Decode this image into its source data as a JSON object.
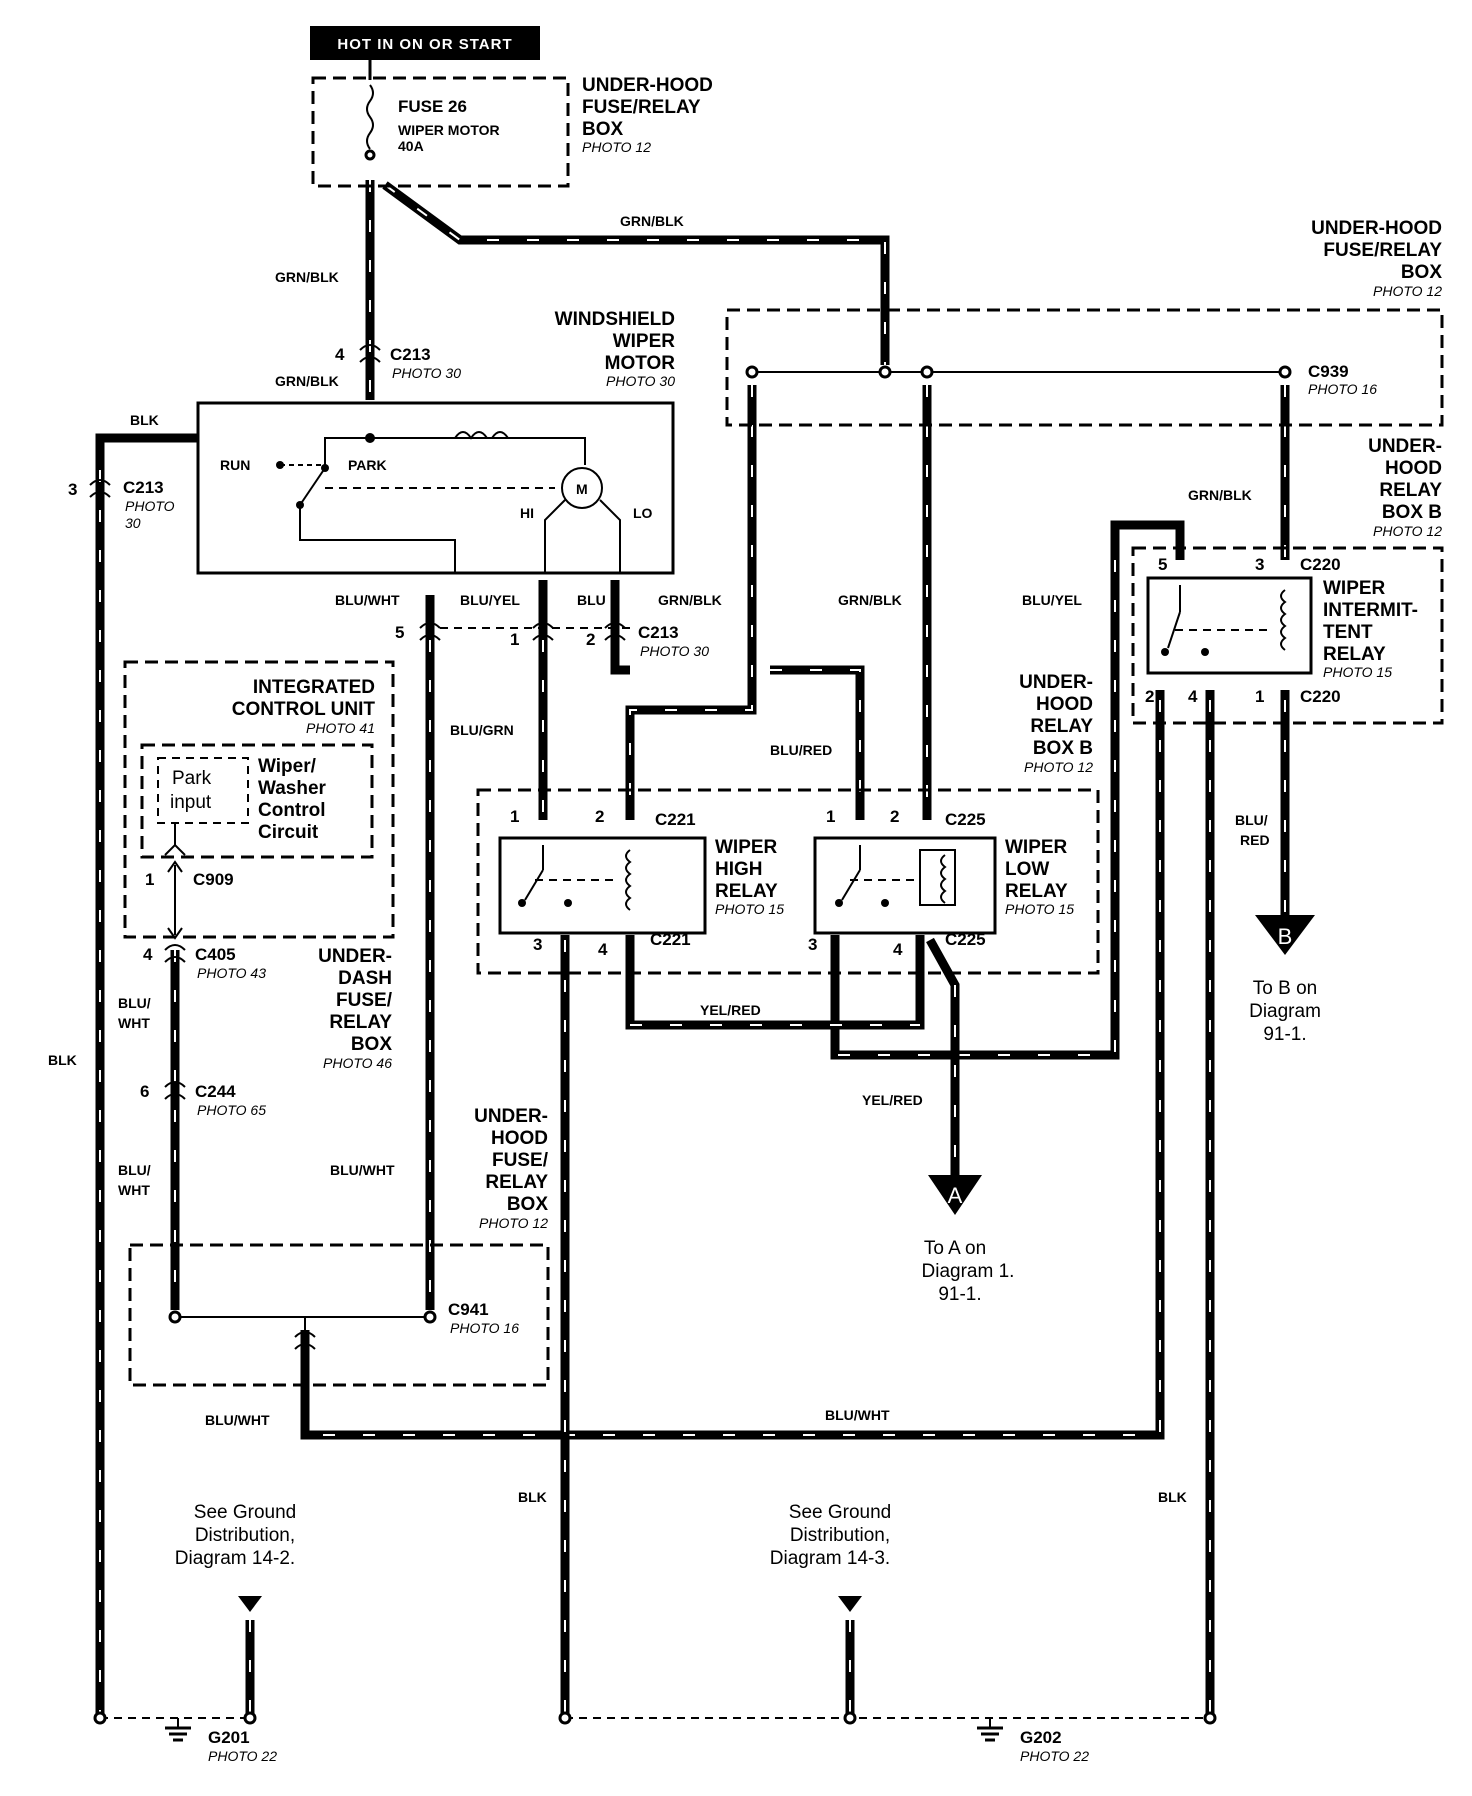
{
  "title": "HOT IN ON OR START",
  "fuse": {
    "name": "FUSE 26",
    "desc": "WIPER MOTOR",
    "rating": "40A"
  },
  "boxes": {
    "underhood_top": {
      "lines": [
        "UNDER-HOOD",
        "FUSE/RELAY",
        "BOX"
      ],
      "photo": "PHOTO 12"
    },
    "underhood_right": {
      "lines": [
        "UNDER-HOOD",
        "FUSE/RELAY",
        "BOX"
      ],
      "photo": "PHOTO 12"
    },
    "relay_box_b_right": {
      "lines": [
        "UNDER-",
        "HOOD",
        "RELAY",
        "BOX B"
      ],
      "photo": "PHOTO 12"
    },
    "relay_box_b_mid": {
      "lines": [
        "UNDER-",
        "HOOD",
        "RELAY",
        "BOX B"
      ],
      "photo": "PHOTO 12"
    },
    "wiper_motor": {
      "lines": [
        "WINDSHIELD",
        "WIPER",
        "MOTOR"
      ],
      "photo": "PHOTO 30"
    },
    "icu": {
      "lines": [
        "INTEGRATED",
        "CONTROL UNIT"
      ],
      "photo": "PHOTO 41"
    },
    "icu_inner": {
      "park": [
        "Park",
        "input"
      ],
      "circuit": [
        "Wiper/",
        "Washer",
        "Control",
        "Circuit"
      ]
    },
    "underdash": {
      "lines": [
        "UNDER-",
        "DASH",
        "FUSE/",
        "RELAY",
        "BOX"
      ],
      "photo": "PHOTO 46"
    },
    "underhood_bottom": {
      "lines": [
        "UNDER-",
        "HOOD",
        "FUSE/",
        "RELAY",
        "BOX"
      ],
      "photo": "PHOTO 12"
    }
  },
  "motor": {
    "run": "RUN",
    "park": "PARK",
    "hi": "HI",
    "lo": "LO",
    "m": "M"
  },
  "relays": {
    "high": {
      "lines": [
        "WIPER",
        "HIGH",
        "RELAY"
      ],
      "photo": "PHOTO 15"
    },
    "low": {
      "lines": [
        "WIPER",
        "LOW",
        "RELAY"
      ],
      "photo": "PHOTO 15"
    },
    "intermittent": {
      "lines": [
        "WIPER",
        "INTERMIT-",
        "TENT",
        "RELAY"
      ],
      "photo": "PHOTO 15"
    }
  },
  "connectors": {
    "c213": "C213",
    "c213_photo": "PHOTO 30",
    "c213_photo_a": "PHOTO",
    "c213_photo_b": "30",
    "c939": "C939",
    "c939_photo": "PHOTO 16",
    "c220": "C220",
    "c221": "C221",
    "c225": "C225",
    "c909": "C909",
    "c405": "C405",
    "c405_photo": "PHOTO 43",
    "c244": "C244",
    "c244_photo": "PHOTO 65",
    "c941": "C941",
    "c941_photo": "PHOTO 16",
    "g201": "G201",
    "g201_photo": "PHOTO 22",
    "g202": "G202",
    "g202_photo": "PHOTO 22"
  },
  "pins": {
    "p1": "1",
    "p2": "2",
    "p3": "3",
    "p4": "4",
    "p5": "5",
    "p6": "6"
  },
  "wires": {
    "grn_blk": "GRN/BLK",
    "blk": "BLK",
    "blu_wht": "BLU/WHT",
    "blu_yel": "BLU/YEL",
    "blu": "BLU",
    "blu_grn": "BLU/GRN",
    "blu_red": "BLU/RED",
    "yel_red": "YEL/RED",
    "blu_red_a": "BLU/",
    "blu_red_b": "RED",
    "blu_wht_a": "BLU/",
    "blu_wht_b": "WHT"
  },
  "refs": {
    "a_letter": "A",
    "a_text": [
      "To A on",
      "Diagram 1.",
      "91-1."
    ],
    "b_letter": "B",
    "b_text": [
      "To B on",
      "Diagram",
      "91-1."
    ],
    "ground_left": [
      "See Ground",
      "Distribution,",
      "Diagram 14-2."
    ],
    "ground_right": [
      "See Ground",
      "Distribution,",
      "Diagram 14-3."
    ]
  }
}
